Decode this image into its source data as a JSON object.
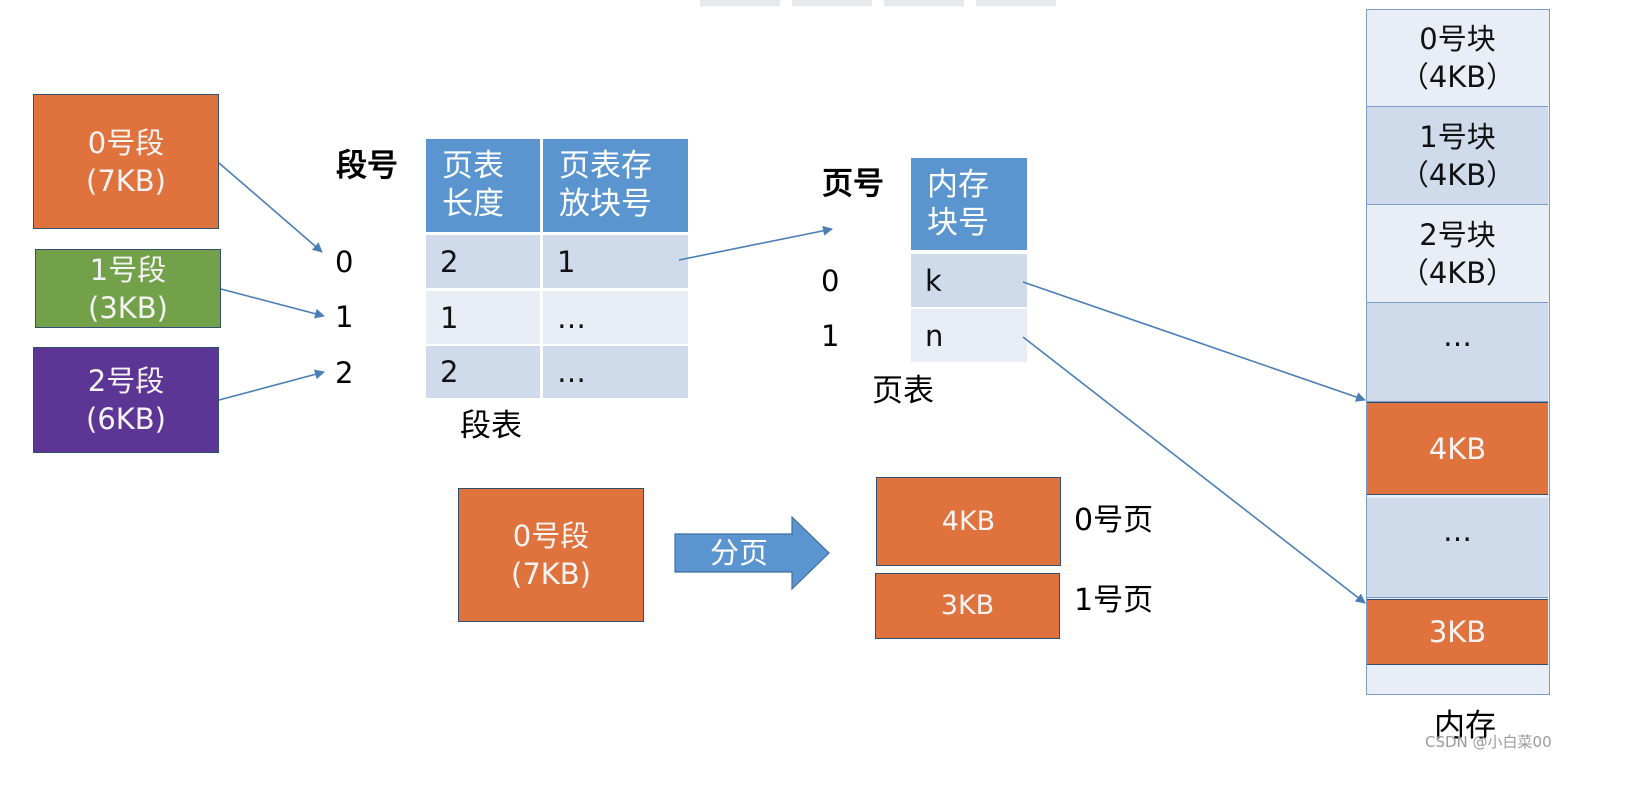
{
  "segments": [
    {
      "name": "0号段",
      "size": "(7KB)",
      "color": "#e0733d"
    },
    {
      "name": "1号段",
      "size": "(3KB)",
      "color": "#72a14a"
    },
    {
      "name": "2号段",
      "size": "(6KB)",
      "color": "#5c3595"
    }
  ],
  "segment_table": {
    "index_label": "段号",
    "col1_header": [
      "页表",
      "长度"
    ],
    "col2_header": [
      "页表存",
      "放块号"
    ],
    "indexes": [
      "0",
      "1",
      "2"
    ],
    "rows": [
      {
        "length": "2",
        "block": "1"
      },
      {
        "length": "1",
        "block": "…"
      },
      {
        "length": "2",
        "block": "…"
      }
    ],
    "caption": "段表"
  },
  "page_table": {
    "index_label": "页号",
    "header": [
      "内存",
      "块号"
    ],
    "indexes": [
      "0",
      "1"
    ],
    "rows": [
      "k",
      "n"
    ],
    "caption": "页表"
  },
  "paging": {
    "source_name": "0号段",
    "source_size": "(7KB)",
    "arrow_label": "分页",
    "pages": [
      {
        "size": "4KB",
        "label": "0号页"
      },
      {
        "size": "3KB",
        "label": "1号页"
      }
    ]
  },
  "memory": {
    "blocks": [
      {
        "line1": "0号块",
        "line2": "（4KB）"
      },
      {
        "line1": "1号块",
        "line2": "（4KB）"
      },
      {
        "line1": "2号块",
        "line2": "（4KB）"
      },
      {
        "line1": "…"
      },
      {
        "line1": "4KB"
      },
      {
        "line1": "…"
      },
      {
        "line1": "3KB"
      }
    ],
    "caption": "内存"
  },
  "watermark": "CSDN @小白菜00",
  "colors": {
    "header_blue": "#5b95cf",
    "arrow": "#4a7eb5",
    "orange": "#e0733d"
  }
}
